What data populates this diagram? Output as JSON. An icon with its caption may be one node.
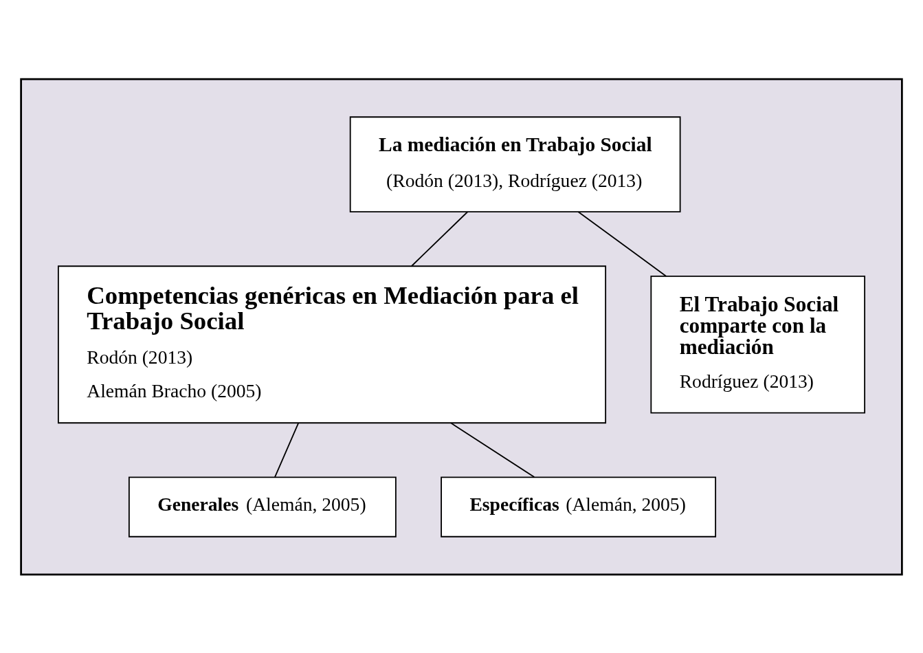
{
  "diagram": {
    "nodes": [
      {
        "text": [],
        "shape": "box"
      },
      {
        "text": [
          "La mediación en Trabajo Social",
          "(Rodón (2013), Rodríguez (2013)"
        ],
        "in": 0
      },
      {
        "text": [
          "Competencias genéricas en Mediación para el Trabajo Social",
          "Rodón (2013)",
          "Alemán Bracho (2005)"
        ],
        "in": 0
      },
      {
        "text": [
          "El Trabajo Social comparte con la mediación",
          "Rodríguez (2013)"
        ],
        "in": 0
      },
      {
        "text": [
          "**Generales** (Alemán, 2005)"
        ],
        "in": 0
      },
      {
        "text": [
          "**Específicas** (Alemán, 2005)"
        ],
        "in": 0
      }
    ],
    "edges": [
      {
        "from": 1,
        "to": 2,
        "arrow": "none"
      },
      {
        "from": 1,
        "to": 3,
        "arrow": "none"
      },
      {
        "from": 2,
        "to": 4,
        "arrow": "none"
      },
      {
        "from": 2,
        "to": 5,
        "arrow": "none"
      }
    ]
  }
}
